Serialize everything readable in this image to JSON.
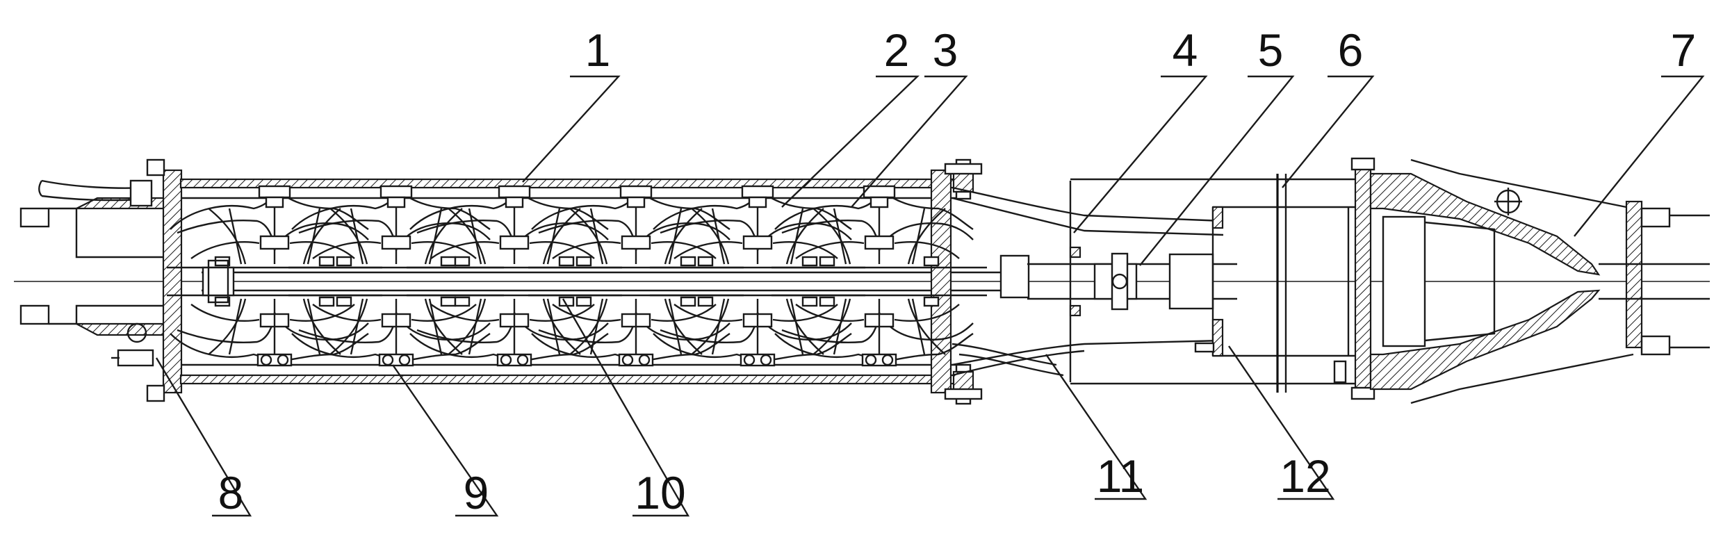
{
  "callouts": [
    {
      "id": "part-1",
      "label": "1"
    },
    {
      "id": "part-2",
      "label": "2"
    },
    {
      "id": "part-3",
      "label": "3"
    },
    {
      "id": "part-4",
      "label": "4"
    },
    {
      "id": "part-5",
      "label": "5"
    },
    {
      "id": "part-6",
      "label": "6"
    },
    {
      "id": "part-7",
      "label": "7"
    },
    {
      "id": "part-8",
      "label": "8"
    },
    {
      "id": "part-9",
      "label": "9"
    },
    {
      "id": "part-10",
      "label": "10"
    },
    {
      "id": "part-11",
      "label": "11"
    },
    {
      "id": "part-12",
      "label": "12"
    }
  ]
}
